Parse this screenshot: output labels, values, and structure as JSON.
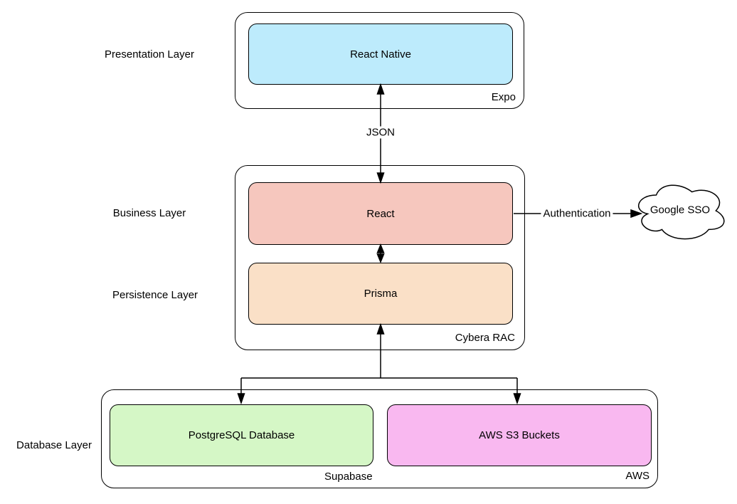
{
  "diagram": {
    "layers": {
      "presentation": "Presentation Layer",
      "business": "Business Layer",
      "persistence": "Persistence Layer",
      "database": "Database Layer"
    },
    "containers": {
      "expo": "Expo",
      "cybera_rac": "Cybera RAC",
      "supabase": "Supabase",
      "aws": "AWS"
    },
    "nodes": {
      "react_native": {
        "label": "React Native",
        "fill": "#bdebfc"
      },
      "react": {
        "label": "React",
        "fill": "#f6c7be"
      },
      "prisma": {
        "label": "Prisma",
        "fill": "#fae0c7"
      },
      "postgresql": {
        "label": "PostgreSQL Database",
        "fill": "#d5f7c6"
      },
      "aws_s3": {
        "label": "AWS S3 Buckets",
        "fill": "#f9b8f0"
      },
      "google_sso": {
        "label": "Google SSO",
        "fill": "#ffffff"
      }
    },
    "edges": {
      "json": "JSON",
      "authentication": "Authentication"
    },
    "colors": {
      "stroke": "#000000",
      "background": "#ffffff"
    }
  }
}
